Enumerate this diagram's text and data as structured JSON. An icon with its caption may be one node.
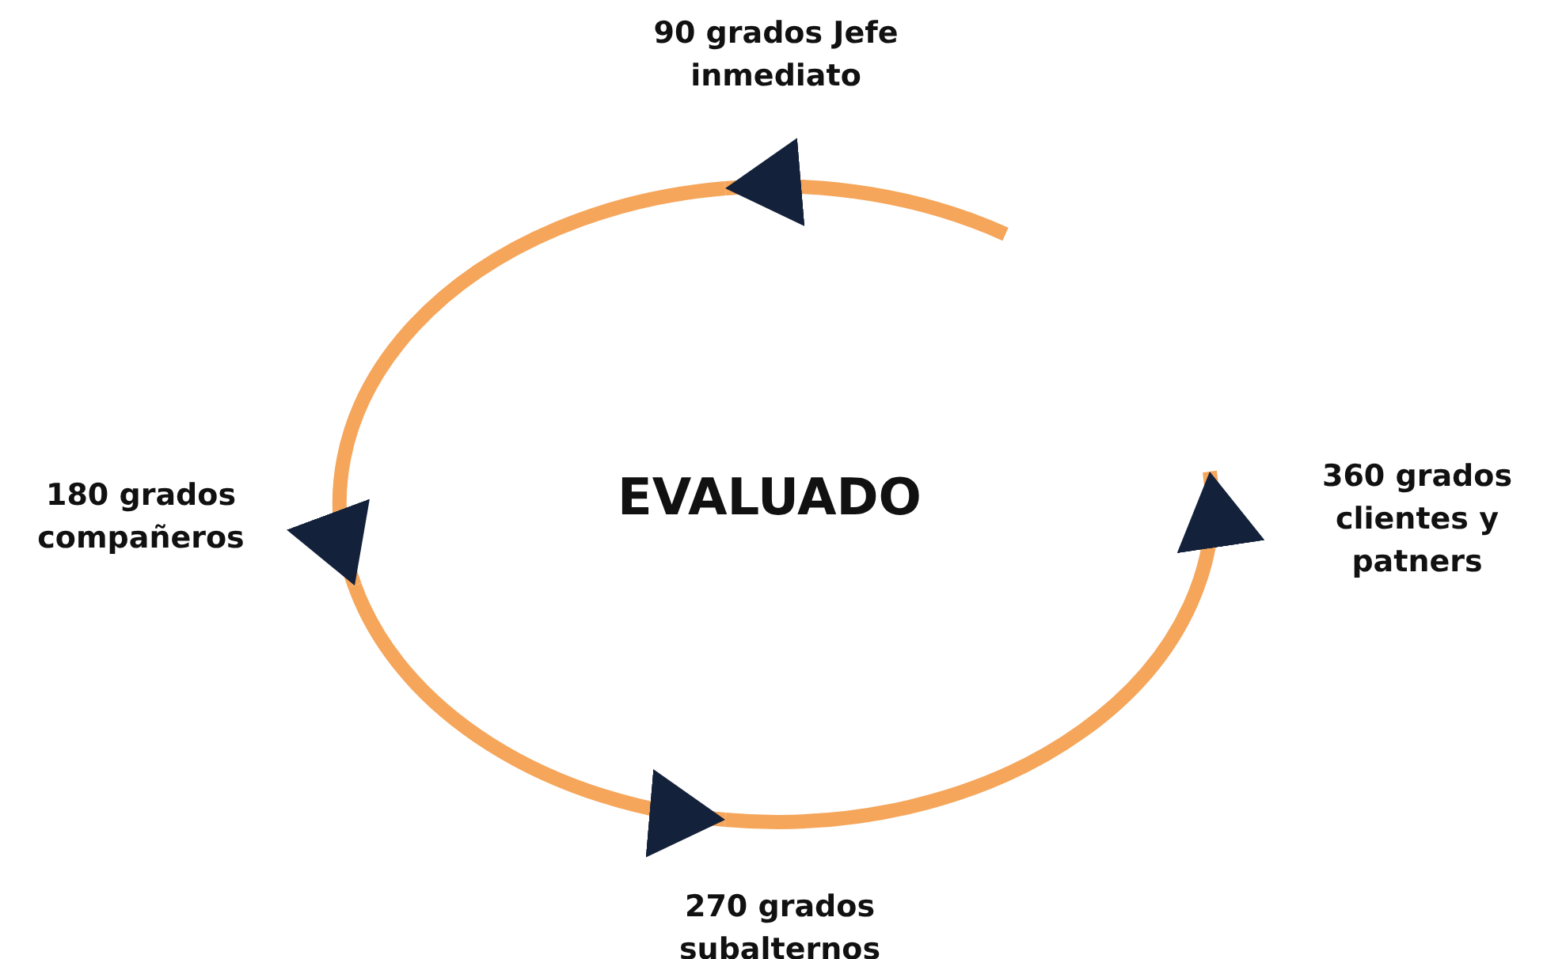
{
  "diagram": {
    "nodes": [
      {
        "text": [
          "90 grados Jefe inmediato"
        ]
      },
      {
        "text": [
          "180 grados compañeros"
        ]
      },
      {
        "text": [
          "270 grados subalternos"
        ]
      },
      {
        "text": [
          "360 grados clientes y patners"
        ]
      }
    ],
    "edges": [
      {
        "from": null,
        "to": 0,
        "arrow": "to"
      },
      {
        "from": 0,
        "to": 1,
        "arrow": "to"
      },
      {
        "from": 1,
        "to": 2,
        "arrow": "to"
      },
      {
        "from": 2,
        "to": 3,
        "arrow": "to"
      }
    ],
    "labels": [
      "EVALUADO"
    ]
  }
}
